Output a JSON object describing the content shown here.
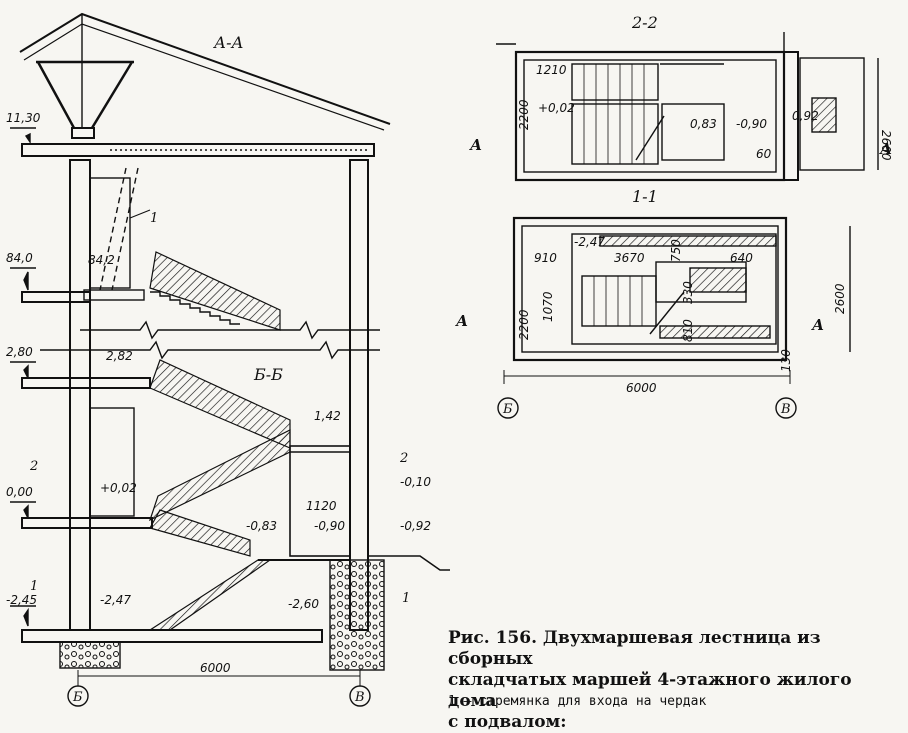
{
  "sections": {
    "aa": "А-А",
    "bb": "Б-Б",
    "s22": "2-2",
    "s11": "1-1"
  },
  "levels_left": {
    "roof": "11,30",
    "l84": "84,0",
    "l84b": "84,2",
    "l280": "2,80",
    "l282": "2,82",
    "l000": "0,00",
    "l002": "+0,02",
    "m245": "-2,45",
    "m247": "-2,47",
    "m260": "-2,60",
    "l142": "1,42",
    "m010": "-0,10",
    "m083": "-0,83",
    "m090": "-0,90",
    "m092": "-0,92",
    "d1120": "1120"
  },
  "dims_left": {
    "width": "6000"
  },
  "axes": {
    "b": "Б",
    "v": "В",
    "b_right": "Б",
    "v_right": "В"
  },
  "markers": {
    "one": "1",
    "two": "2",
    "a_left": "А",
    "a_right": "А"
  },
  "plan22": {
    "d1210": "1210",
    "d2200": "2200",
    "d2600": "2600",
    "l002": "+0,02",
    "l083": "0,83",
    "m090": "-0,90",
    "l092": "0,92",
    "l60": "60"
  },
  "plan11": {
    "m247": "-2,47",
    "d910": "910",
    "d3670": "3670",
    "d750": "750",
    "d640": "640",
    "d1070": "1070",
    "d2200": "2200",
    "d330": "330",
    "d810": "810",
    "d2600": "2600",
    "d6000": "6000",
    "d130": "130"
  },
  "caption": {
    "line1": "Рис. 156. Двухмаршевая лестница  из сборных",
    "line2": "складчатых маршей 4-этажного жилого дома",
    "line3": "с подвалом:",
    "legend": "1 — стремянка для входа на чердак"
  }
}
